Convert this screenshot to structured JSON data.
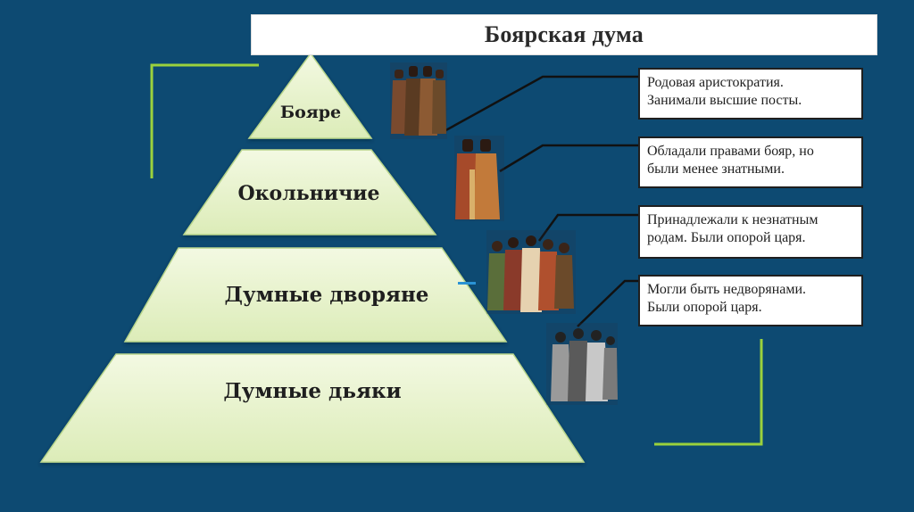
{
  "title": "Боярская дума",
  "tiers": [
    {
      "label": "Бояре"
    },
    {
      "label": "Окольничие"
    },
    {
      "label": "Думные дворяне"
    },
    {
      "label": "Думные дьяки"
    }
  ],
  "notes": [
    {
      "line1": "Родовая аристократия.",
      "line2": "Занимали высшие посты."
    },
    {
      "line1": "Обладали правами бояр, но",
      "line2": "были менее знатными."
    },
    {
      "line1": "Принадлежали к незнатным",
      "line2": "родам. Были опорой царя."
    },
    {
      "line1": "Могли быть недворянами.",
      "line2": "Были опорой царя."
    }
  ],
  "colors": {
    "background": "#0d4a72",
    "tier_fill": "#e8f4cf",
    "tier_stroke": "#b9d68c",
    "bracket": "#9bd13c",
    "connector": "#111111"
  },
  "icons": [
    "boyars-figures-icon",
    "okolnichie-figures-icon",
    "dvoryane-figures-icon",
    "dyaki-figures-icon"
  ]
}
